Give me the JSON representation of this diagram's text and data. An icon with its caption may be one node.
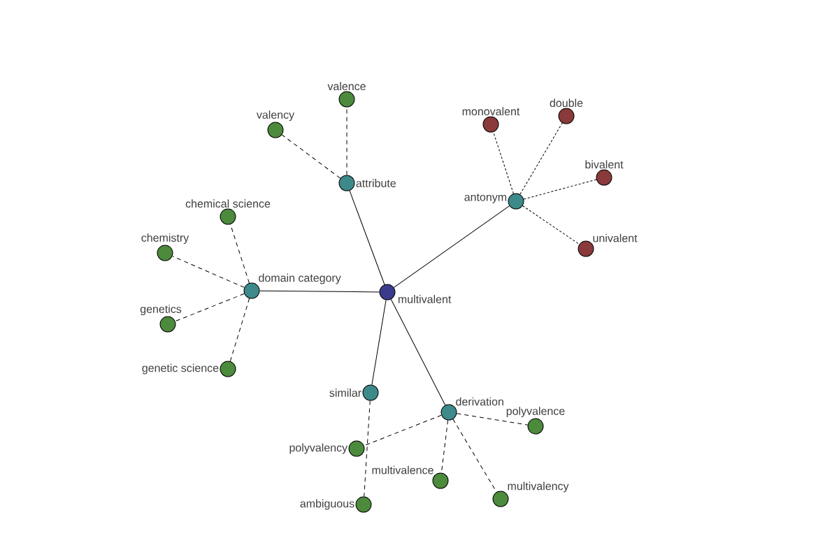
{
  "diagram": {
    "nodes": [
      {
        "text": [
          "multivalent"
        ]
      },
      {
        "text": [
          "attribute"
        ]
      },
      {
        "text": [
          "valence"
        ]
      },
      {
        "text": [
          "valency"
        ]
      },
      {
        "text": [
          "antonym"
        ]
      },
      {
        "text": [
          "monovalent"
        ]
      },
      {
        "text": [
          "double"
        ]
      },
      {
        "text": [
          "bivalent"
        ]
      },
      {
        "text": [
          "univalent"
        ]
      },
      {
        "text": [
          "domain category"
        ]
      },
      {
        "text": [
          "chemical science"
        ]
      },
      {
        "text": [
          "chemistry"
        ]
      },
      {
        "text": [
          "genetics"
        ]
      },
      {
        "text": [
          "genetic science"
        ]
      },
      {
        "text": [
          "similar"
        ]
      },
      {
        "text": [
          "ambiguous"
        ]
      },
      {
        "text": [
          "derivation"
        ]
      },
      {
        "text": [
          "polyvalency"
        ]
      },
      {
        "text": [
          "polyvalence"
        ]
      },
      {
        "text": [
          "multivalence"
        ]
      },
      {
        "text": [
          "multivalency"
        ]
      }
    ],
    "edges": [
      {
        "from": 0,
        "to": 1,
        "arrow": "none"
      },
      {
        "from": 1,
        "to": 2,
        "arrow": "none",
        "style": "dashed"
      },
      {
        "from": 1,
        "to": 3,
        "arrow": "none",
        "style": "dashed"
      },
      {
        "from": 0,
        "to": 4,
        "arrow": "none"
      },
      {
        "from": 4,
        "to": 5,
        "arrow": "none",
        "style": "dashed"
      },
      {
        "from": 4,
        "to": 6,
        "arrow": "none",
        "style": "dashed"
      },
      {
        "from": 4,
        "to": 7,
        "arrow": "none",
        "style": "dashed"
      },
      {
        "from": 4,
        "to": 8,
        "arrow": "none",
        "style": "dashed"
      },
      {
        "from": 0,
        "to": 9,
        "arrow": "none"
      },
      {
        "from": 9,
        "to": 10,
        "arrow": "none",
        "style": "dashed"
      },
      {
        "from": 9,
        "to": 11,
        "arrow": "none",
        "style": "dashed"
      },
      {
        "from": 9,
        "to": 12,
        "arrow": "none",
        "style": "dashed"
      },
      {
        "from": 9,
        "to": 13,
        "arrow": "none",
        "style": "dashed"
      },
      {
        "from": 0,
        "to": 14,
        "arrow": "none"
      },
      {
        "from": 14,
        "to": 15,
        "arrow": "none",
        "style": "dashed"
      },
      {
        "from": 0,
        "to": 16,
        "arrow": "none"
      },
      {
        "from": 16,
        "to": 17,
        "arrow": "none",
        "style": "dashed"
      },
      {
        "from": 16,
        "to": 18,
        "arrow": "none",
        "style": "dashed"
      },
      {
        "from": 16,
        "to": 19,
        "arrow": "none",
        "style": "dashed"
      },
      {
        "from": 16,
        "to": 20,
        "arrow": "none",
        "style": "dashed"
      }
    ]
  }
}
